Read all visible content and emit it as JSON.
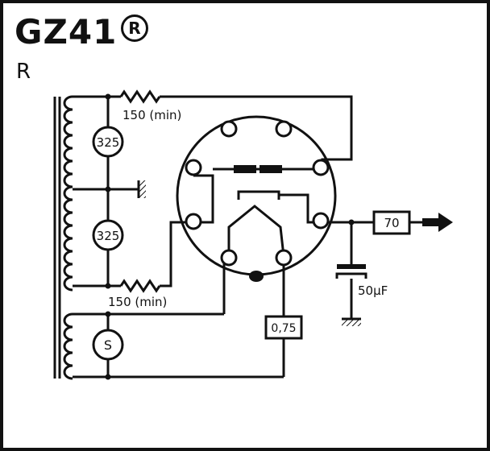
{
  "header": {
    "tube_type": "GZ41",
    "registered_mark": "R",
    "variant": "R"
  },
  "schematic": {
    "upper_winding_voltage": "325",
    "lower_winding_voltage": "325",
    "upper_resistor_label": "150 (min)",
    "lower_resistor_label": "150 (min)",
    "heater_winding_label": "S",
    "heater_resistor_label": "0,75",
    "output_resistor_label": "70",
    "capacitor_label": "50µF"
  }
}
